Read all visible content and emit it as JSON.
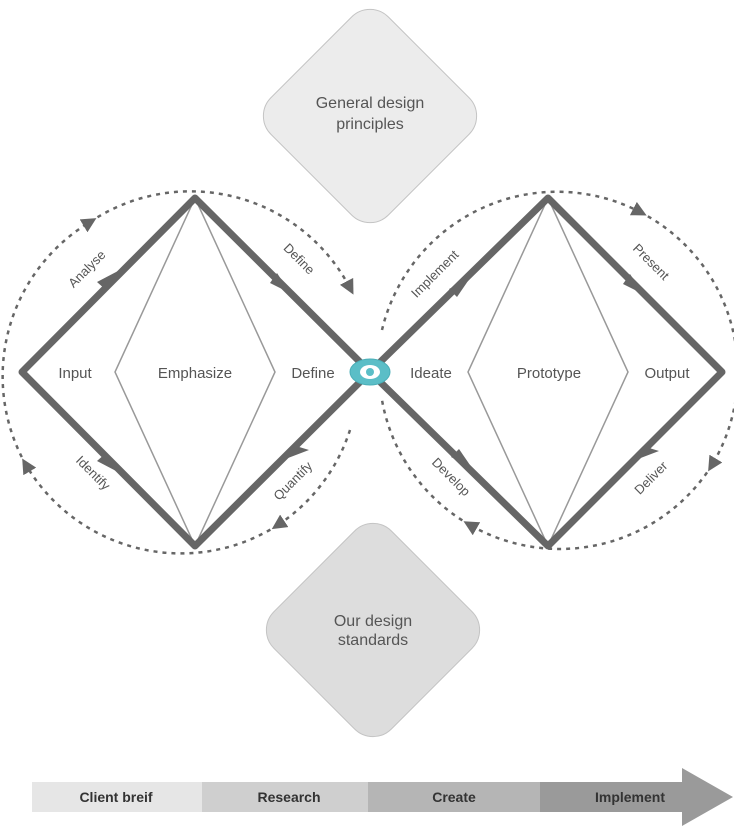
{
  "top_diamond": {
    "line1": "General design",
    "line2": "principles"
  },
  "bottom_diamond": {
    "line1": "Our design",
    "line2": "standards"
  },
  "nodes": {
    "input": "Input",
    "emphasize": "Emphasize",
    "define": "Define",
    "ideate": "Ideate",
    "prototype": "Prototype",
    "output": "Output"
  },
  "edges": {
    "analyse": "Analyse",
    "define": "Define",
    "identify": "Identify",
    "quantify": "Quantify",
    "implement": "Implement",
    "present": "Present",
    "develop": "Develop",
    "deliver": "Deliver"
  },
  "stages": [
    "Client breif",
    "Research",
    "Create",
    "Implement"
  ],
  "colors": {
    "main_line": "#666666",
    "thin_line": "#999999",
    "dash_line": "#666666",
    "center_eye": "#5bbec7",
    "diamond_fill": "#ececec",
    "diamond_fill_bottom": "#dddddd",
    "stage_fills": [
      "#e6e6e6",
      "#cfcfcf",
      "#b5b5b5",
      "#9a9a9a"
    ]
  },
  "icons": {
    "center": "eye-icon"
  }
}
